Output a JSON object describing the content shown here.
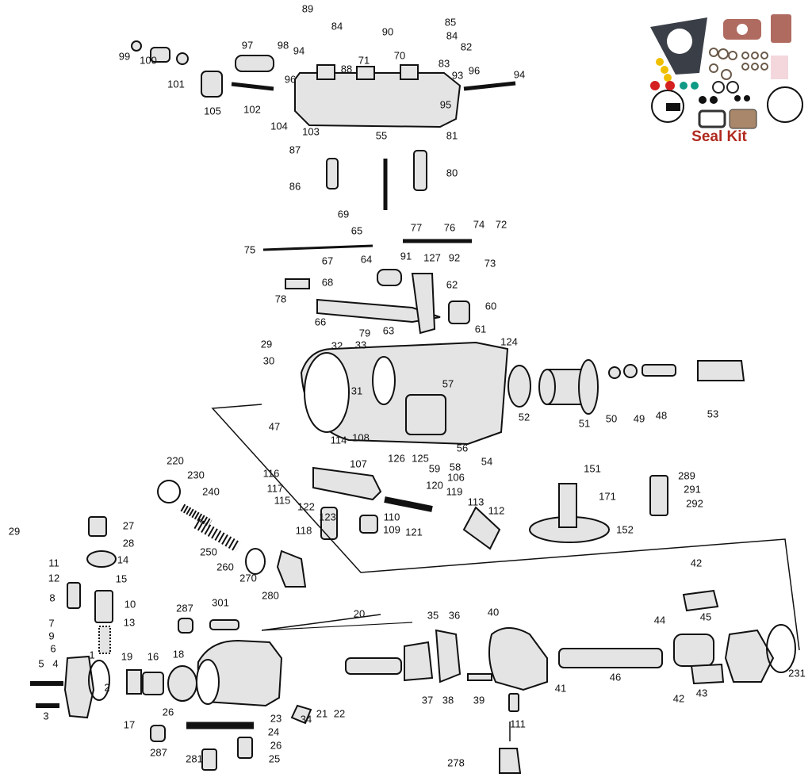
{
  "diagram": {
    "title": "Fuel injection pump exploded parts diagram",
    "seal_kit_label": "Seal Kit",
    "colors": {
      "ink": "#111111",
      "part_fill": "#d9d9d9",
      "seal_text": "#b02a1e"
    },
    "part_numbers": [
      "99",
      "100",
      "101",
      "105",
      "102",
      "97",
      "98",
      "94",
      "96",
      "104",
      "103",
      "55",
      "89",
      "84",
      "90",
      "85",
      "84",
      "82",
      "70",
      "71",
      "88",
      "83",
      "93",
      "96",
      "94",
      "95",
      "87",
      "81",
      "80",
      "86",
      "69",
      "65",
      "77",
      "76",
      "74",
      "72",
      "73",
      "75",
      "67",
      "64",
      "91",
      "127",
      "92",
      "68",
      "62",
      "78",
      "60",
      "66",
      "79",
      "63",
      "61",
      "124",
      "29",
      "32",
      "33",
      "30",
      "31",
      "57",
      "52",
      "51",
      "50",
      "49",
      "48",
      "53",
      "47",
      "114",
      "108",
      "126",
      "125",
      "56",
      "58",
      "54",
      "59",
      "107",
      "106",
      "116",
      "117",
      "115",
      "122",
      "120",
      "119",
      "113",
      "112",
      "123",
      "118",
      "110",
      "109",
      "121",
      "151",
      "171",
      "152",
      "289",
      "291",
      "292",
      "220",
      "230",
      "240",
      "250",
      "260",
      "270",
      "280",
      "27",
      "28",
      "29",
      "11",
      "12",
      "14",
      "15",
      "8",
      "10",
      "7",
      "13",
      "9",
      "6",
      "1",
      "5",
      "4",
      "19",
      "16",
      "18",
      "2",
      "3",
      "17",
      "287",
      "301",
      "20",
      "35",
      "36",
      "40",
      "42",
      "44",
      "45",
      "231",
      "46",
      "41",
      "43",
      "42",
      "37",
      "38",
      "39",
      "26",
      "23",
      "24",
      "26",
      "25",
      "34",
      "21",
      "22",
      "111",
      "278",
      "287",
      "281"
    ]
  }
}
